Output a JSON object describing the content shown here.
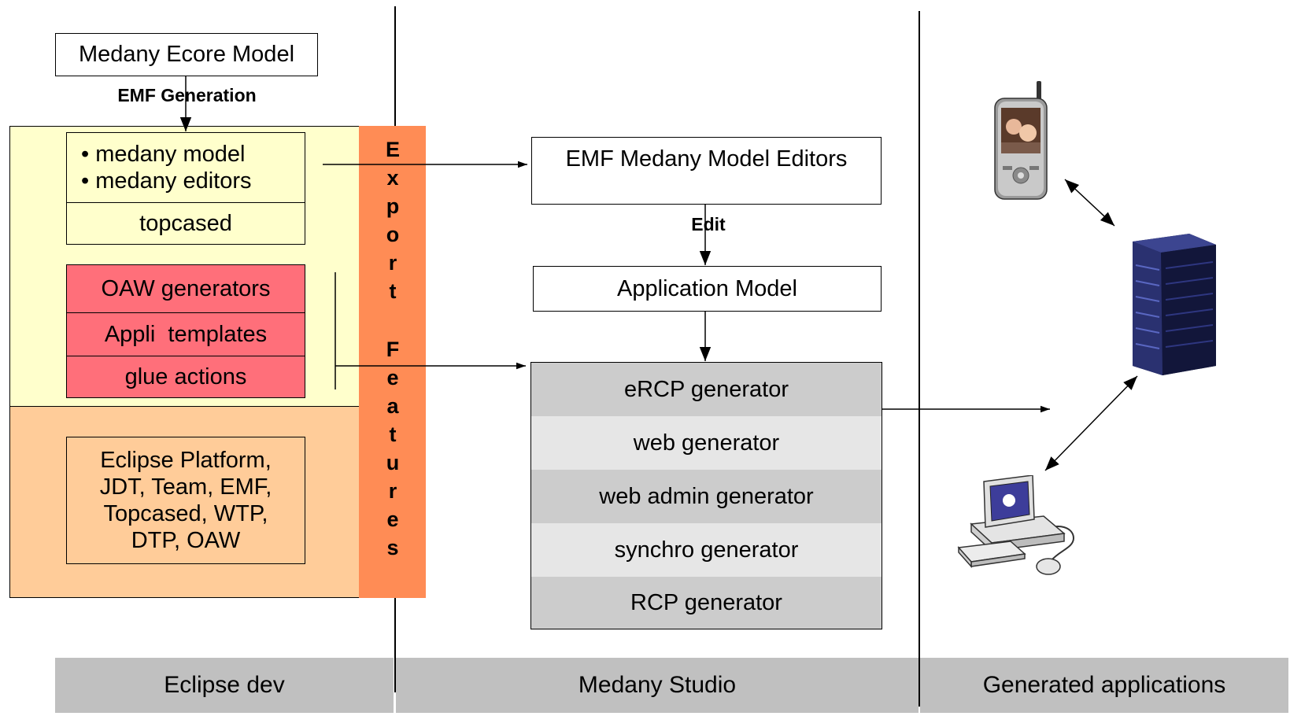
{
  "ecore_model": "Medany Ecore Model",
  "emf_generation": "EMF Generation",
  "plugin_items": [
    "• medany model",
    "• medany editors"
  ],
  "topcased": "topcased",
  "red_items": [
    "OAW generators",
    "Appli  templates",
    "glue actions"
  ],
  "platform": [
    "Eclipse Platform,",
    "JDT, Team, EMF,",
    "Topcased, WTP,",
    "DTP, OAW"
  ],
  "export_features": [
    "E",
    "x",
    "p",
    "o",
    "r",
    "t",
    "F",
    "e",
    "a",
    "t",
    "u",
    "r",
    "e",
    "s"
  ],
  "emf_editors": "EMF Medany Model Editors",
  "edit": "Edit",
  "application_model": "Application Model",
  "generators": [
    "eRCP generator",
    "web generator",
    "web admin generator",
    "synchro generator",
    "RCP generator"
  ],
  "footer": [
    "Eclipse dev",
    "Medany Studio",
    "Generated applications"
  ],
  "colors": {
    "cream": "#ffffcc",
    "peach": "#ffcc99",
    "orange": "#ff8c55",
    "red": "#ff6f7a",
    "gen_dark": "#cccccc",
    "gen_light": "#e6e6e6",
    "footer": "#c0c0c0"
  }
}
